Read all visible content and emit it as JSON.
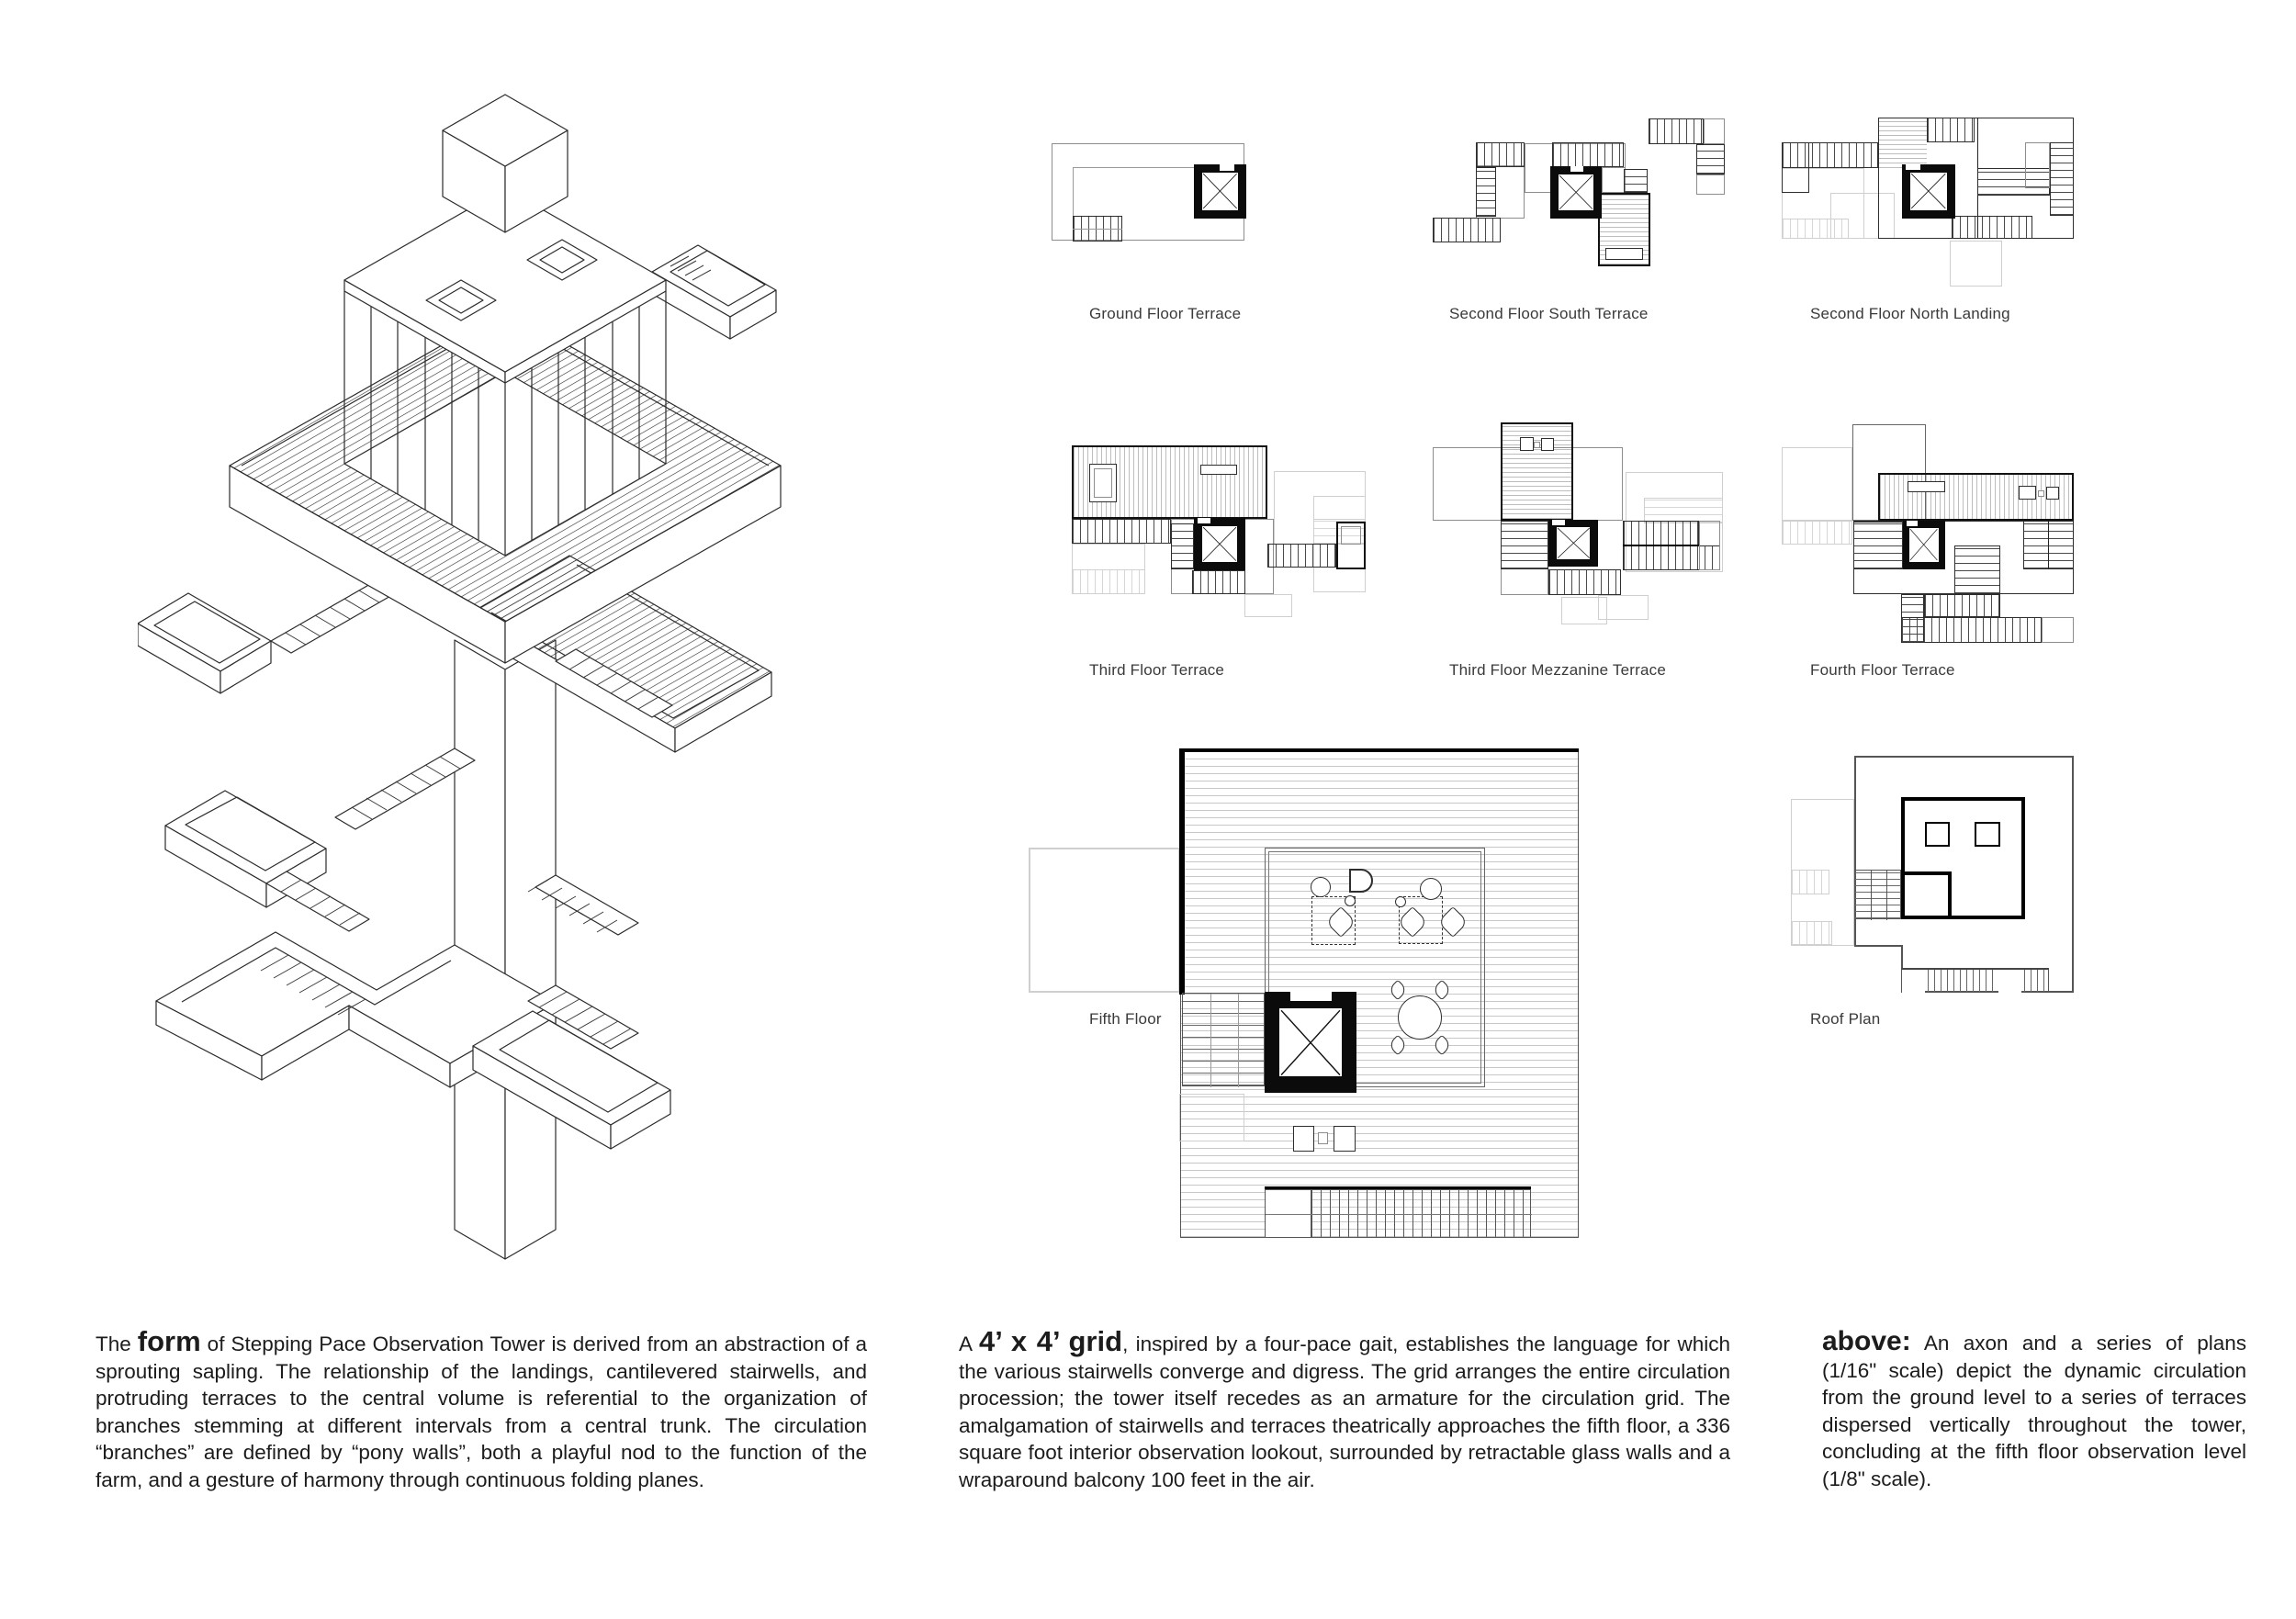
{
  "page": {
    "background": "#ffffff",
    "ink": "#1c1c1c",
    "wall": "#111111",
    "ghost": "#cfcfcf",
    "core": "#0b0b0b"
  },
  "plans": {
    "items": [
      {
        "id": "ground-floor-terrace",
        "label": "Ground Floor Terrace"
      },
      {
        "id": "second-floor-south-terrace",
        "label": "Second Floor South Terrace"
      },
      {
        "id": "second-floor-north-landing",
        "label": "Second Floor North Landing"
      },
      {
        "id": "third-floor-terrace",
        "label": "Third Floor Terrace"
      },
      {
        "id": "third-floor-mezzanine-terrace",
        "label": "Third Floor Mezzanine Terrace"
      },
      {
        "id": "fourth-floor-terrace",
        "label": "Fourth Floor Terrace"
      },
      {
        "id": "fifth-floor",
        "label": "Fifth Floor"
      },
      {
        "id": "roof-plan",
        "label": "Roof Plan"
      }
    ]
  },
  "captions": {
    "col1": {
      "before": "The ",
      "lead": "form",
      "after": " of Stepping Pace Observation Tower is derived from an abstraction of a sprouting sapling.  The relationship of the landings, cantilevered stairwells, and protruding terraces to the central volume is referential to the organization of branches stemming at different intervals from a central trunk.  The circulation “branches” are defined by “pony walls”, both a playful nod to the function of the farm, and a gesture of harmony through continuous folding planes."
    },
    "col2": {
      "before": "A ",
      "lead": "4’ x 4’ grid",
      "after": ", inspired by a four-pace gait, establishes the language for which the various stairwells converge and digress.  The grid arranges the entire circulation procession; the tower itself recedes as an armature for the circulation grid.  The amalgamation of stairwells and terraces theatrically approaches the fifth floor, a 336 square foot interior observation lookout, surrounded by retractable glass walls and a wraparound balcony 100 feet in the air."
    },
    "col3": {
      "lead": "above:",
      "after": " An axon and a series of plans (1/16\" scale) depict the dynamic circulation from the ground level to a series of terraces dispersed vertically throughout the tower, concluding at the fifth floor observation level (1/8\" scale)."
    }
  }
}
